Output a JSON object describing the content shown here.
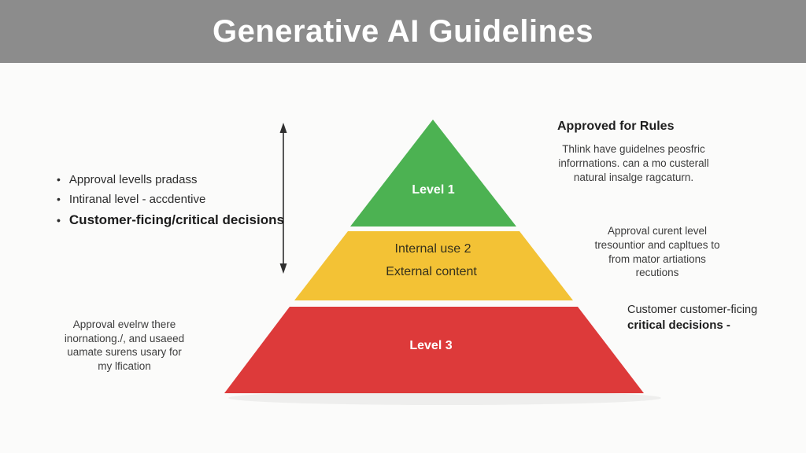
{
  "title": "Generative AI Guidelines",
  "colors": {
    "header": "#8c8c8c",
    "green": "#4cb252",
    "yellow": "#f3c235",
    "red": "#dd3a3a"
  },
  "left_bullets": [
    {
      "text": "Approval levells pradass"
    },
    {
      "text": "Intiranal level - accdentive"
    },
    {
      "text": "Customer-ficing/critical decisions"
    }
  ],
  "left_note": "Approval evelrw there\ninornationg./, and usaeed\nuamate surens usary for\nmy lfication",
  "pyramid": {
    "level1_label": "Level 1",
    "level2_line1": "Internal use 2",
    "level2_line2": "External content",
    "level3_label": "Level 3"
  },
  "right": {
    "heading": "Approved for Rules",
    "para1": "Thlink have guidelnes peosfric\ninforrnations. can a mo custerall\nnatural insalge ragcaturn.",
    "para2": "Approval curent level\ntresountior and capltues to\nfrom mator artiations\nrecutions",
    "para3_line1": "Customer customer-ficing",
    "para3_line2": "critical decisions -"
  }
}
